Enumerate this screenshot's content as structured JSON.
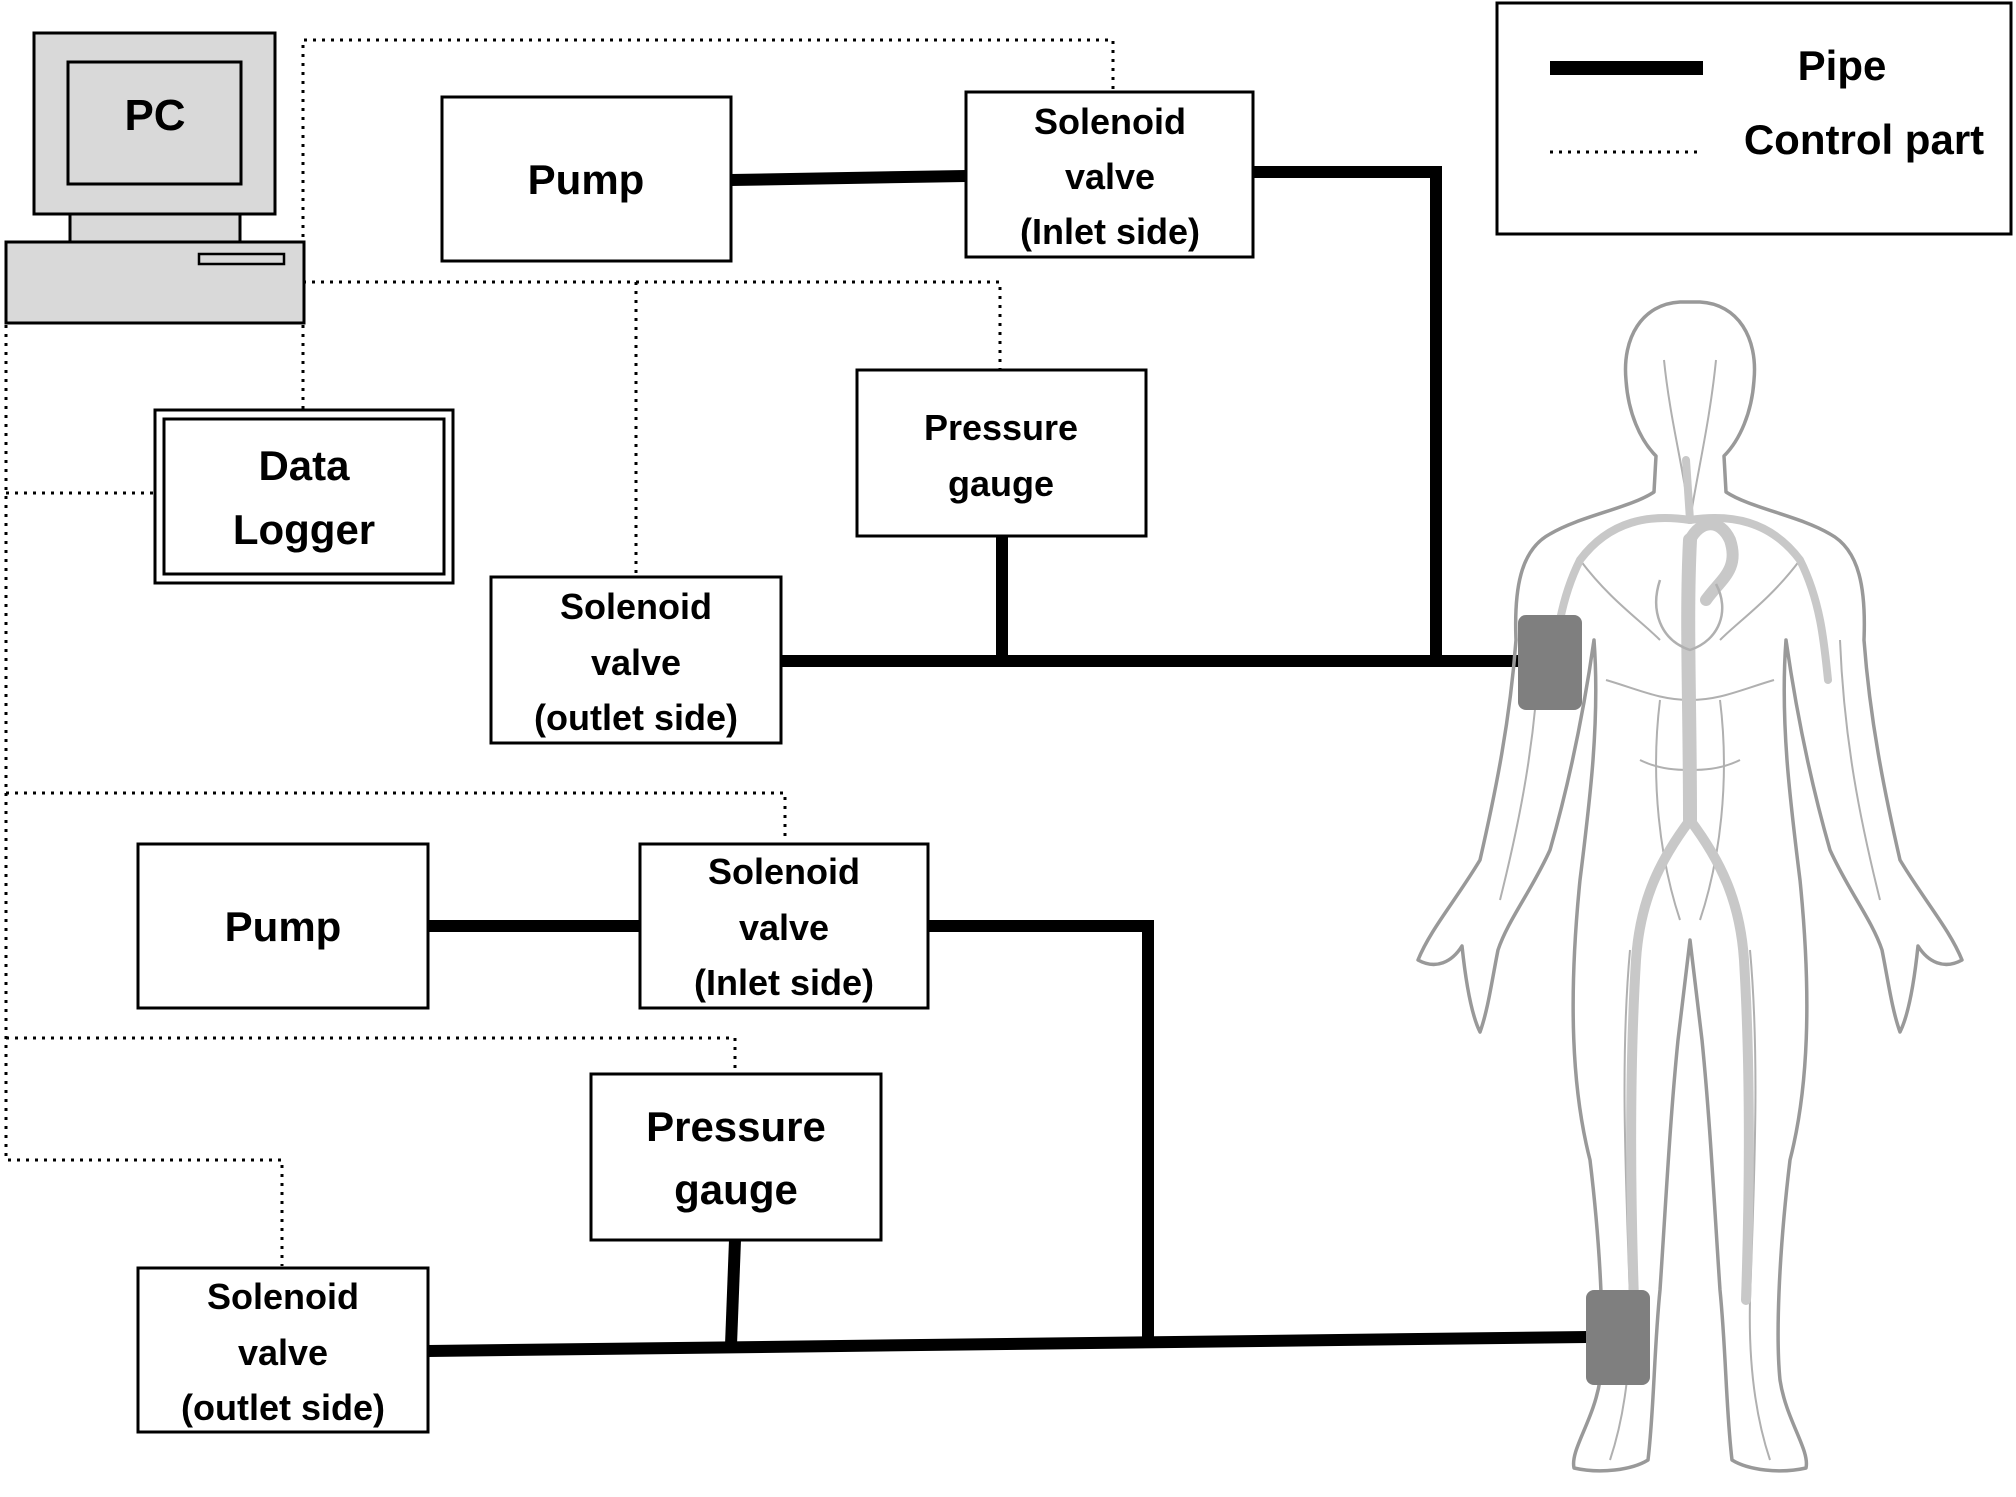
{
  "pc": {
    "label": "PC"
  },
  "legend": {
    "pipe_label": "Pipe",
    "control_label": "Control part"
  },
  "data_logger": {
    "line1": "Data",
    "line2": "Logger"
  },
  "upper_circuit": {
    "pump_label": "Pump",
    "inlet_valve": {
      "line1": "Solenoid",
      "line2": "valve",
      "line3": "(Inlet side)"
    },
    "pressure_gauge": {
      "line1": "Pressure",
      "line2": "gauge"
    },
    "outlet_valve": {
      "line1": "Solenoid",
      "line2": "valve",
      "line3": "(outlet side)"
    }
  },
  "lower_circuit": {
    "pump_label": "Pump",
    "inlet_valve": {
      "line1": "Solenoid",
      "line2": "valve",
      "line3": "(Inlet side)"
    },
    "pressure_gauge": {
      "line1": "Pressure",
      "line2": "gauge"
    },
    "outlet_valve": {
      "line1": "Solenoid",
      "line2": "valve",
      "line3": "(outlet side)"
    }
  },
  "colors": {
    "pipe": "#000000",
    "computer_fill": "#d9d9d9",
    "cuff": "#7f7f7f",
    "body_outline": "#999999",
    "artery": "#c8c8c8"
  }
}
